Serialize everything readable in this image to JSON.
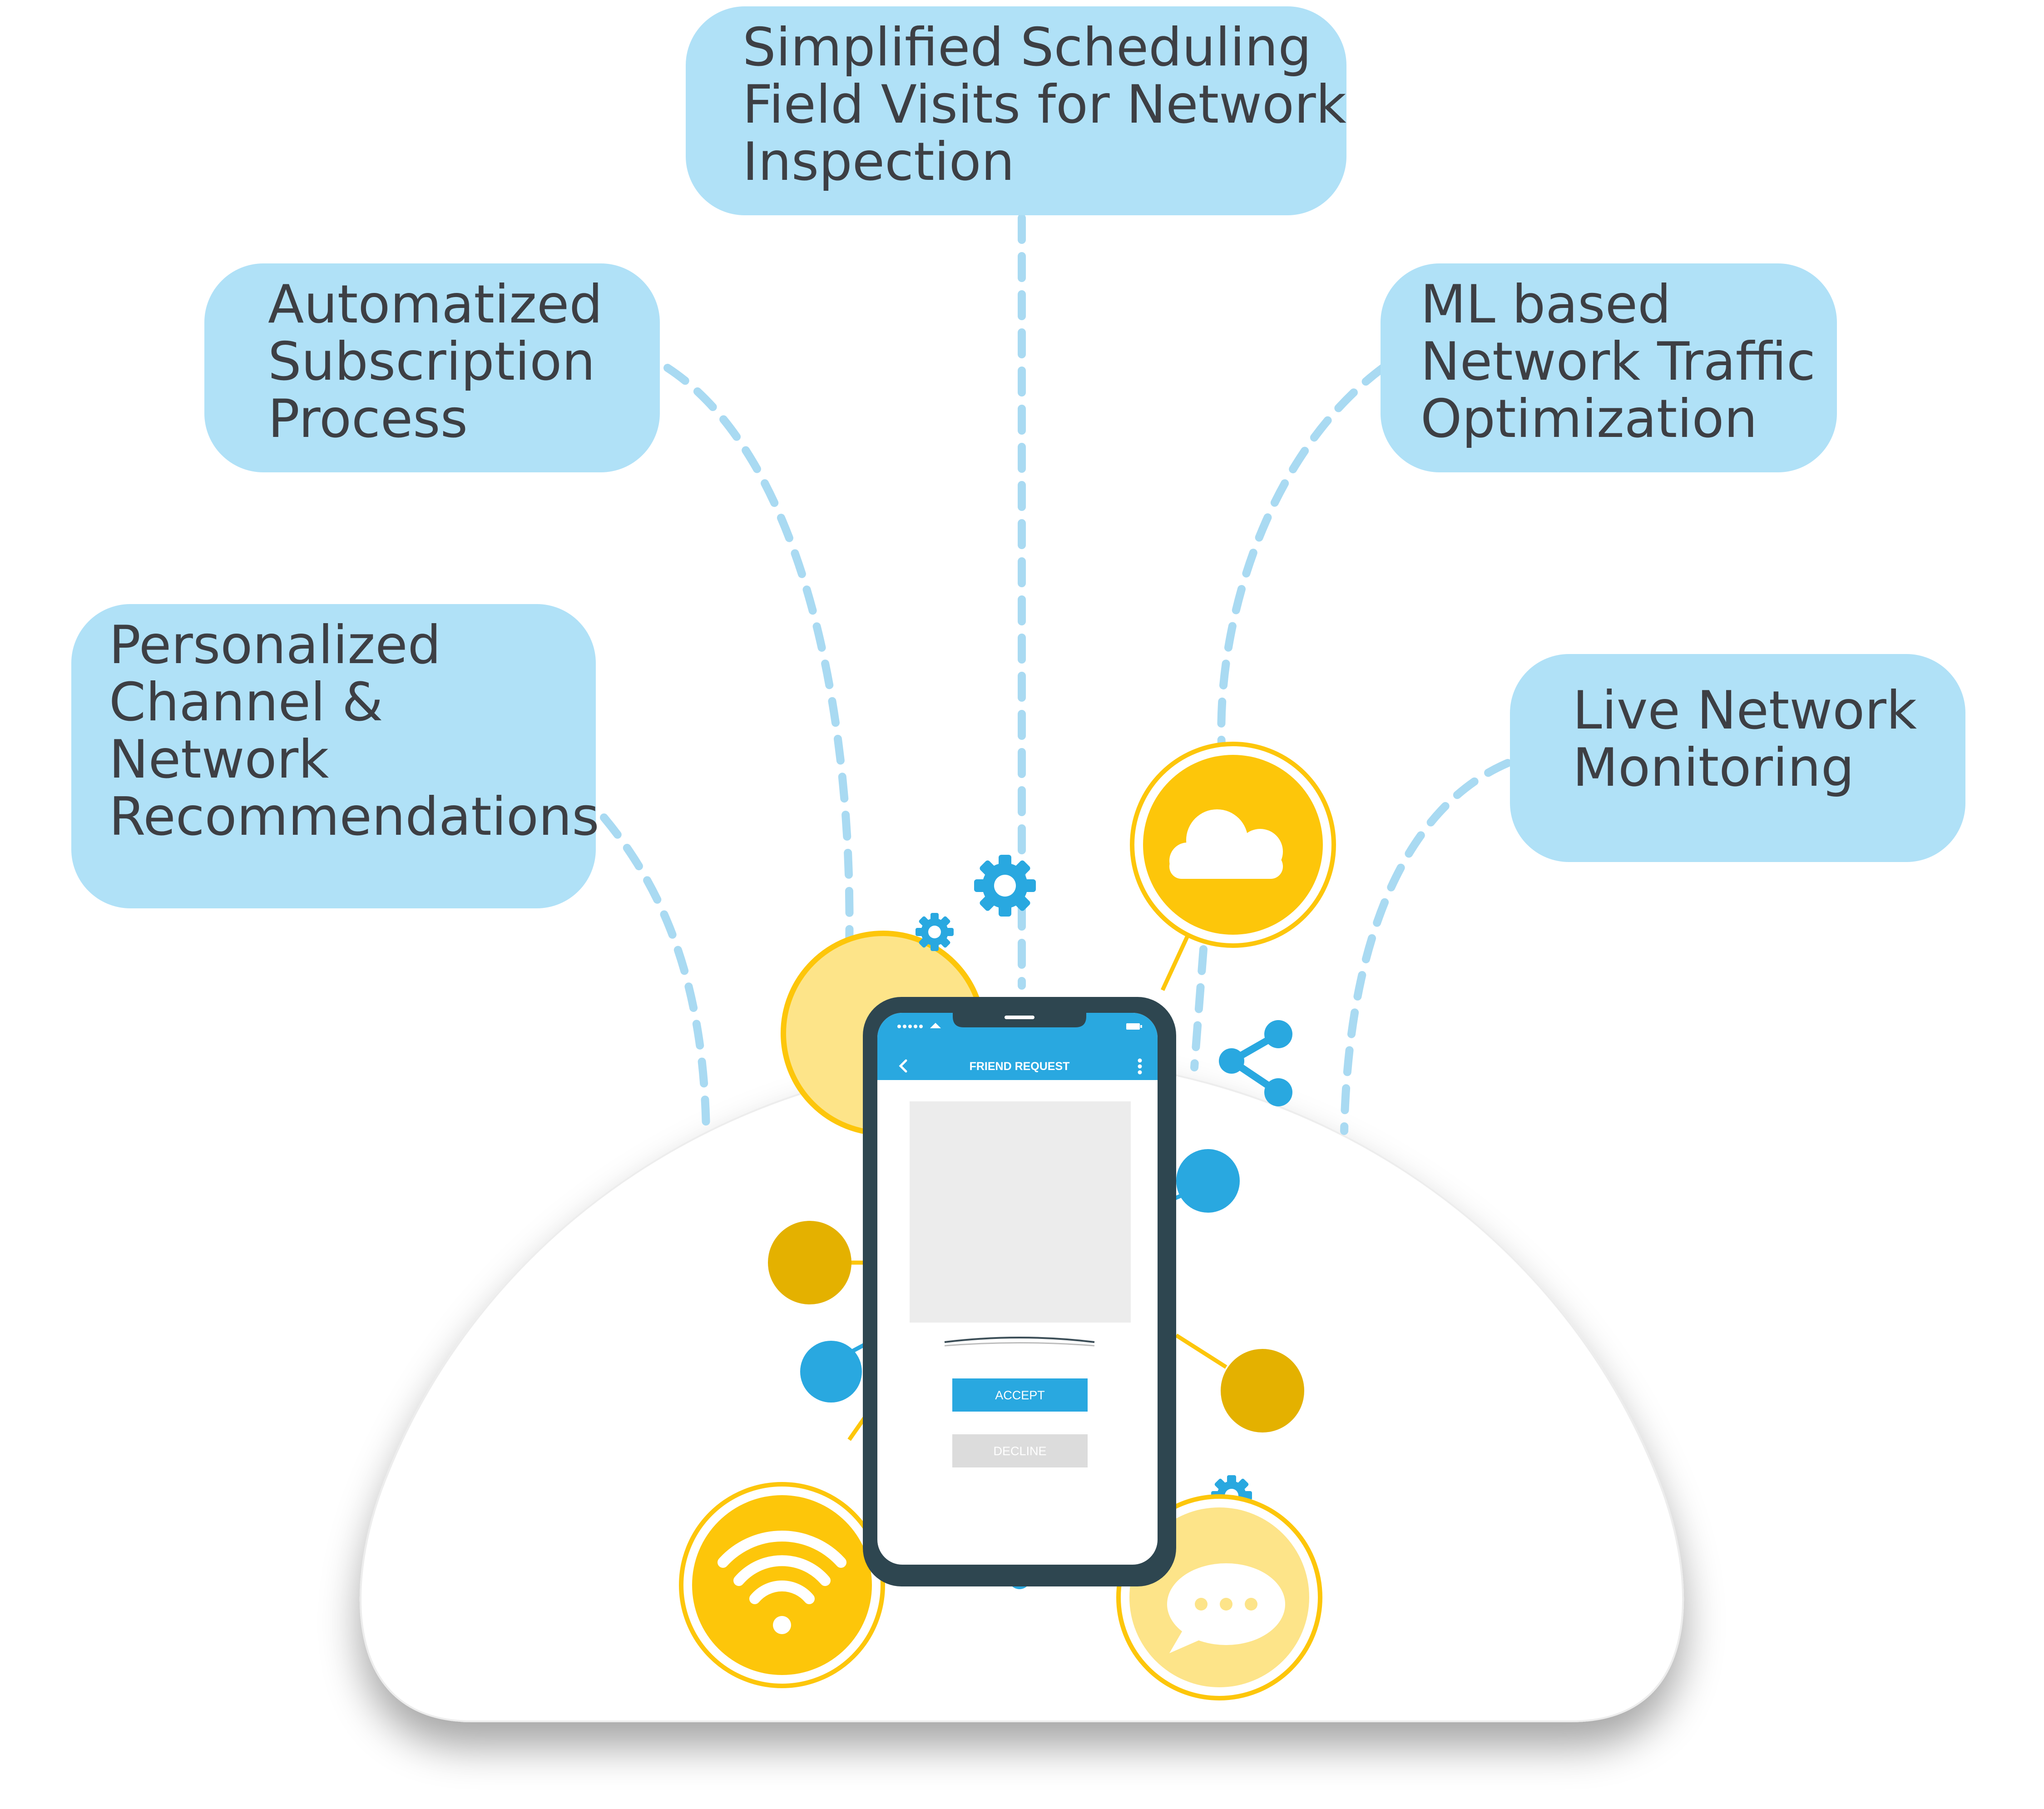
{
  "bubbles": {
    "top": {
      "lines": [
        "Simplified Scheduling",
        "Field Visits for Network",
        "Inspection"
      ]
    },
    "auto": {
      "lines": [
        "Automatized",
        "Subscription",
        "Process"
      ]
    },
    "ml": {
      "lines": [
        "ML based",
        "Network Traffic",
        "Optimization"
      ]
    },
    "pers": {
      "lines": [
        "Personalized",
        "Channel &",
        "Network",
        "Recommendations"
      ]
    },
    "live": {
      "lines": [
        "Live Network",
        "Monitoring"
      ]
    }
  },
  "phone": {
    "header_title": "FRIEND REQUEST",
    "accept_label": "ACCEPT",
    "decline_label": "DECLINE"
  },
  "icons": [
    "cloud-icon",
    "wifi-icon",
    "chat-icon",
    "share-icon",
    "gear-icon",
    "back-arrow-icon",
    "more-vertical-icon",
    "signal-icon",
    "battery-icon"
  ],
  "colors": {
    "bubble": "#b0e1f7",
    "dashed_line": "#a9daf2",
    "yellow": "#fdc60a",
    "yellow_light": "#fde489",
    "gold": "#e4b100",
    "blue": "#29a8e0",
    "phone_frame": "#2e4650",
    "text": "#3d3f44"
  }
}
